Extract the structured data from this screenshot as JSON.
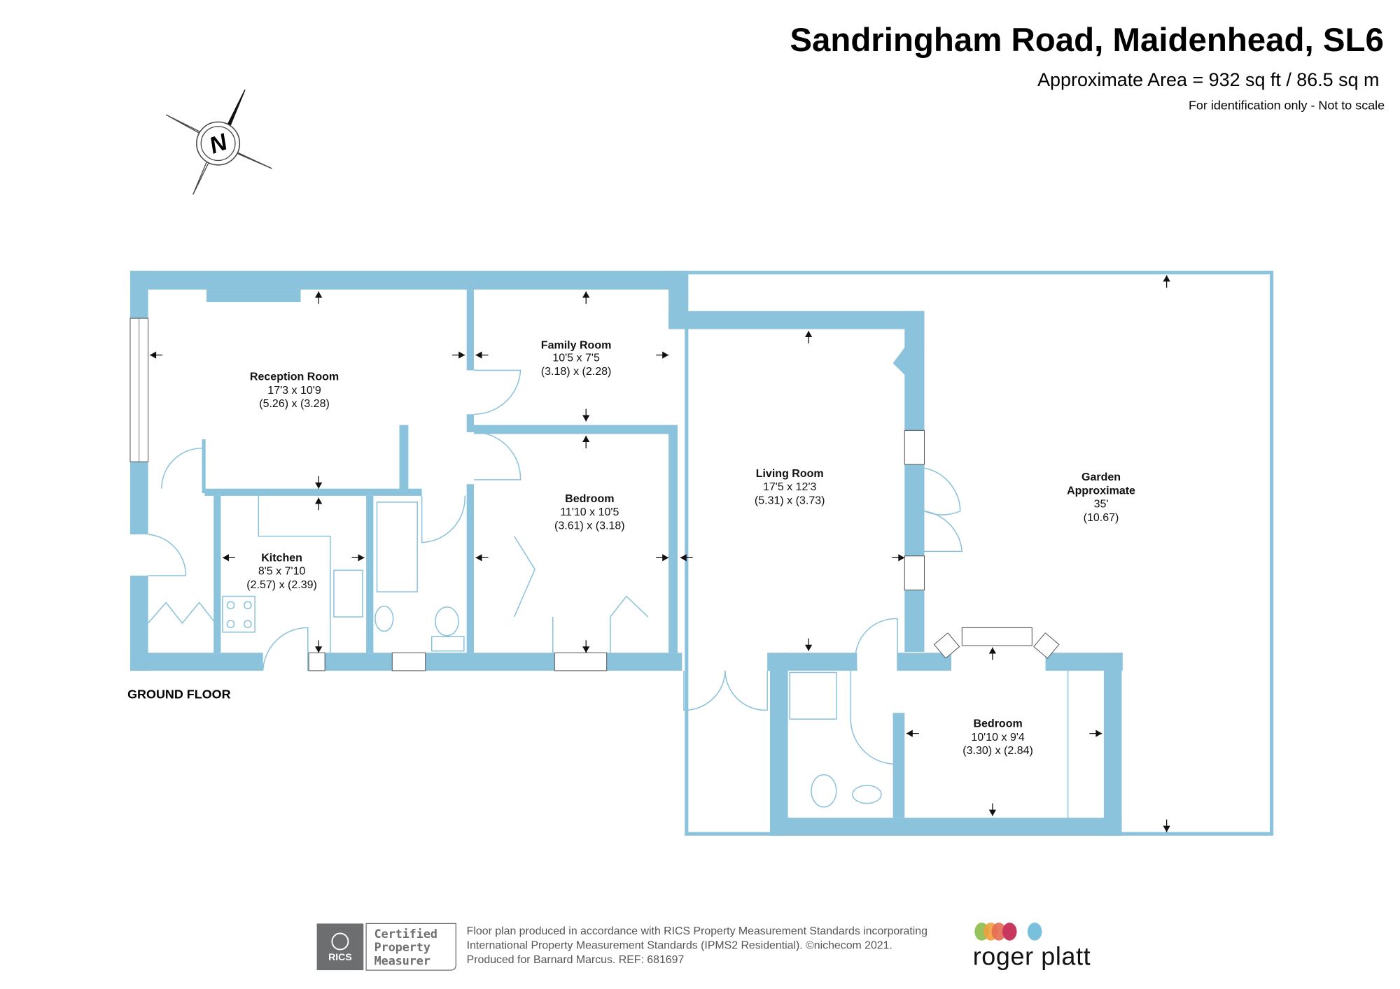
{
  "header": {
    "title": "Sandringham Road, Maidenhead, SL6",
    "area": "Approximate Area = 932 sq ft / 86.5 sq m",
    "disclaimer": "For identification only - Not to scale"
  },
  "compass": {
    "letter": "N"
  },
  "floor_label": "GROUND FLOOR",
  "rooms": [
    {
      "name": "Reception Room",
      "imperial": "17'3 x 10'9",
      "metric": "(5.26) x (3.28)"
    },
    {
      "name": "Family Room",
      "imperial": "10'5 x 7'5",
      "metric": "(3.18) x (2.28)"
    },
    {
      "name": "Bedroom",
      "imperial": "11'10 x 10'5",
      "metric": "(3.61) x (3.18)"
    },
    {
      "name": "Kitchen",
      "imperial": "8'5 x 7'10",
      "metric": "(2.57) x (2.39)"
    },
    {
      "name": "Living Room",
      "imperial": "17'5 x 12'3",
      "metric": "(5.31) x (3.73)"
    },
    {
      "name": "Bedroom",
      "imperial": "10'10 x 9'4",
      "metric": "(3.30) x (2.84)"
    }
  ],
  "garden": {
    "name": "Garden",
    "line2": "Approximate",
    "imperial": "35'",
    "metric": "(10.67)"
  },
  "footer": {
    "badge_org": "RICS",
    "badge_lines": [
      "Certified",
      "Property",
      "Measurer"
    ],
    "lines": [
      "Floor plan produced in accordance with RICS Property Measurement Standards incorporating",
      "International Property Measurement Standards (IPMS2 Residential).   ©nichecom 2021.",
      "Produced for Barnard Marcus.   REF:  681697"
    ],
    "logo_text": "roger platt",
    "logo_colors": [
      "#8bbd4a",
      "#f0a03c",
      "#e46b52",
      "#c8385e",
      "#78c0dc"
    ]
  },
  "colors": {
    "wall": "#8bc3dc"
  }
}
